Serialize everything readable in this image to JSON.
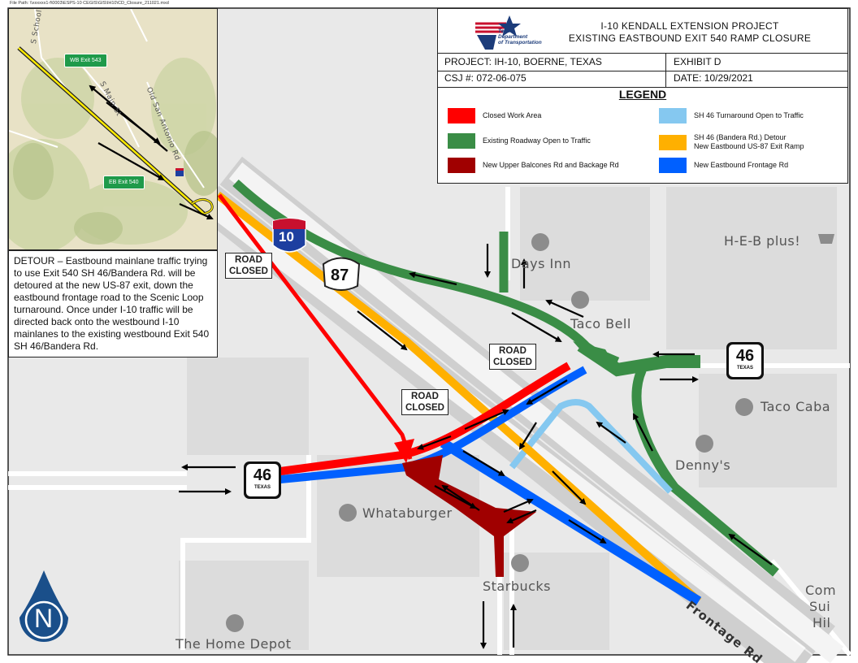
{
  "file_path": "File Path: \\\\xxxxxx1-f\\0003\\ESPS-10 CEGIS\\GIS\\IH10\\CD_Closure_211021.mxd",
  "title_block": {
    "line1": "I-10 KENDALL EXTENSION PROJECT",
    "line2": "EXISTING EASTBOUND EXIT 540 RAMP CLOSURE",
    "agency_line1": "Texas",
    "agency_line2": "Department",
    "agency_line3": "of Transportation",
    "project": "PROJECT: IH-10, BOERNE, TEXAS",
    "exhibit": "EXHIBIT D",
    "csj": "CSJ #: 072-06-075",
    "date": "DATE: 10/29/2021"
  },
  "legend": {
    "title": "LEGEND",
    "items": [
      {
        "label": "Closed Work Area",
        "color": "#ff0000"
      },
      {
        "label": "Existing Roadway Open to Traffic",
        "color": "#3a8d46"
      },
      {
        "label": "New Upper Balcones Rd and Backage Rd",
        "color": "#a00000"
      },
      {
        "label": "SH 46 Turnaround Open to Traffic",
        "color": "#85c8f0"
      },
      {
        "label": "SH 46 (Bandera Rd.) Detour",
        "label2": "New Eastbound US-87 Exit Ramp",
        "color": "#ffb000"
      },
      {
        "label": "New Eastbound Frontage Rd",
        "color": "#0060ff"
      }
    ]
  },
  "detour_text": "DETOUR – Eastbound mainlane traffic trying to use Exit 540 SH 46/Bandera Rd. will be detoured at the new US-87 exit, down the eastbound frontage road to the Scenic Loop turnaround. Once under I-10 traffic will be directed back onto the westbound I-10 mainlanes to the existing westbound Exit 540 SH 46/Bandera Rd.",
  "inset": {
    "wb_sign": "WB Exit 543",
    "eb_sign": "EB Exit 540",
    "road_school": "S School",
    "road_main": "S Main St",
    "road_old_san_antonio": "Old San Antonio Rd"
  },
  "map_labels": {
    "days_inn": "Days Inn",
    "taco_bell": "Taco Bell",
    "heb": "H-E-B plus!",
    "taco_cabana": "Taco Caba",
    "dennys": "Denny's",
    "whataburger": "Whataburger",
    "starbucks": "Starbucks",
    "home_depot": "The Home Depot",
    "frontage_rd": "Frontage Rd",
    "comfort1": "Com",
    "comfort2": "Sui",
    "comfort3": "Hil"
  },
  "road_closed": {
    "line1": "ROAD",
    "line2": "CLOSED"
  },
  "shields": {
    "interstate": "10",
    "us": "87",
    "state": "46",
    "state_name": "TEXAS"
  },
  "north_letter": "N",
  "colors": {
    "closed": "#ff0000",
    "existing": "#3a8d46",
    "upper_balcones": "#a00000",
    "turnaround": "#85c8f0",
    "detour": "#ffb000",
    "frontage": "#0060ff"
  }
}
